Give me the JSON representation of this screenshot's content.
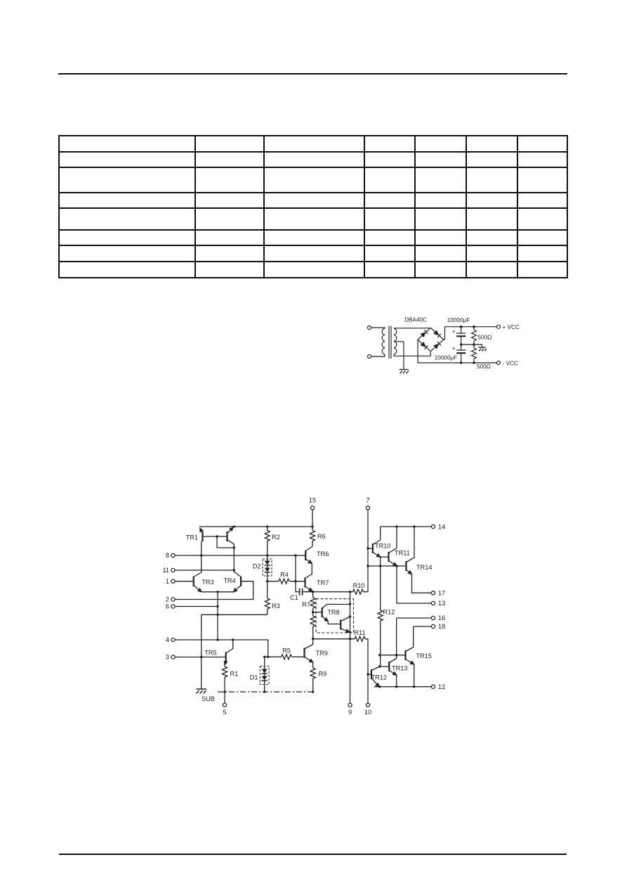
{
  "table": {
    "rows": 8,
    "cols": 7,
    "cells": [
      [
        "",
        "",
        "",
        "",
        "",
        "",
        ""
      ],
      [
        "",
        "",
        "",
        "",
        "",
        "",
        ""
      ],
      [
        "",
        "",
        "",
        "",
        "",
        "",
        ""
      ],
      [
        "",
        "",
        "",
        "",
        "",
        "",
        ""
      ],
      [
        "",
        "",
        "",
        "",
        "",
        "",
        ""
      ],
      [
        "",
        "",
        "",
        "",
        "",
        "",
        ""
      ],
      [
        "",
        "",
        "",
        "",
        "",
        "",
        ""
      ],
      [
        "",
        "",
        "",
        "",
        "",
        "",
        ""
      ]
    ]
  },
  "power_supply": {
    "bridge_label": "DBA40C",
    "cap_top_label": "10000μF",
    "cap_bottom_label": "10000μF",
    "cap_top_polarity": "+",
    "cap_bottom_polarity": "+",
    "res_top_label": "500Ω",
    "res_bottom_label": "500Ω",
    "pos_rail_label": "+ VCC",
    "neg_rail_label": "- VCC"
  },
  "schematic": {
    "transistor_labels": {
      "tr1": "TR1",
      "tr3": "TR3",
      "tr4": "TR4",
      "tr5": "TR5",
      "tr6": "TR6",
      "tr7": "TR7",
      "tr8": "TR8",
      "tr9": "TR9",
      "tr10": "TR10",
      "tr11": "TR11",
      "tr12": "TR12",
      "tr13": "TR13",
      "tr14": "TR14",
      "tr15": "TR15"
    },
    "resistor_labels": {
      "r1": "R1",
      "r2": "R2",
      "r3": "R3",
      "r4": "R4",
      "r5": "R5",
      "r6": "R6",
      "r7": "R7",
      "r9": "R9",
      "r10": "R10",
      "r11": "R11",
      "r12": "R12"
    },
    "diode_labels": {
      "d1": "D1",
      "d2": "D2"
    },
    "capacitor_label": "C1",
    "substrate_label": "SUB",
    "pin_labels": {
      "p1": "1",
      "p2": "2",
      "p3": "3",
      "p4": "4",
      "p5": "5",
      "p6": "6",
      "p7": "7",
      "p8": "8",
      "p9": "9",
      "p10": "10",
      "p11": "11",
      "p12": "12",
      "p13": "13",
      "p14": "14",
      "p15": "15",
      "p16": "16",
      "p17": "17",
      "p18": "18"
    }
  }
}
